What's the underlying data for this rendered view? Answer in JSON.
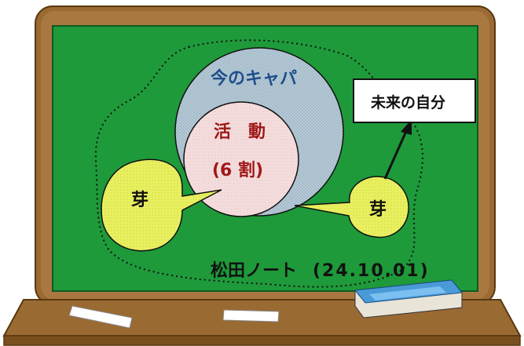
{
  "title": {
    "name": "松田ノート",
    "date": "(24.10.01)"
  },
  "circles": {
    "capacity": "今のキャパ",
    "activity_line1": "活　動",
    "activity_line2": "(6 割)"
  },
  "sprouts": {
    "left": "芽",
    "right": "芽"
  },
  "future_box": "未来の自分",
  "colors": {
    "board_frame": "#9a6a33",
    "board_frame_dark": "#6b4416",
    "board_green": "#1e9a3a",
    "capacity_fill": "#b5c9d6",
    "activity_fill": "#f4dcdc",
    "activity_text": "#a01818",
    "capacity_text": "#1f4f8a",
    "sprout_fill": "#e8f060",
    "eraser_blue": "#4a9ad8"
  }
}
